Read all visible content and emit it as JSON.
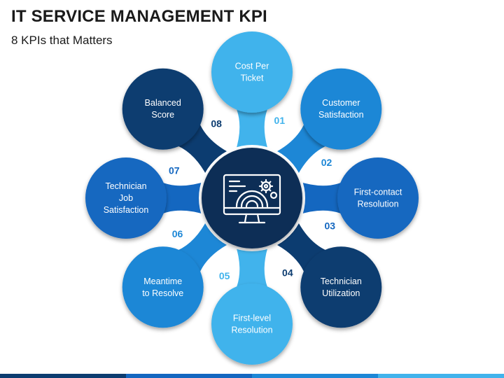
{
  "title": "IT SERVICE MANAGEMENT KPI",
  "subtitle": "8 KPIs that Matters",
  "center_icon": "monitor-dashboard-gear-icon",
  "kpis": [
    {
      "number": "01",
      "line1": "Cost Per",
      "line2": "Ticket",
      "line3": "",
      "color": "#41b3ec"
    },
    {
      "number": "02",
      "line1": "Customer",
      "line2": "Satisfaction",
      "line3": "",
      "color": "#1d87d6"
    },
    {
      "number": "03",
      "line1": "First-contact",
      "line2": "Resolution",
      "line3": "",
      "color": "#1467c0"
    },
    {
      "number": "04",
      "line1": "Technician",
      "line2": "Utilization",
      "line3": "",
      "color": "#0c3c70"
    },
    {
      "number": "05",
      "line1": "First-level",
      "line2": "Resolution",
      "line3": "",
      "color": "#41b3ec"
    },
    {
      "number": "06",
      "line1": "Meantime",
      "line2": "to Resolve",
      "line3": "",
      "color": "#1d87d6"
    },
    {
      "number": "07",
      "line1": "Technician",
      "line2": "Job",
      "line3": "Satisfaction",
      "color": "#1467c0"
    },
    {
      "number": "08",
      "line1": "Balanced",
      "line2": "Score",
      "line3": "",
      "color": "#0c3c70"
    }
  ],
  "colors": {
    "center": "#0b2f57",
    "footer": [
      "#0c3c70",
      "#1467c0",
      "#1d87d6",
      "#41b3ec"
    ]
  }
}
